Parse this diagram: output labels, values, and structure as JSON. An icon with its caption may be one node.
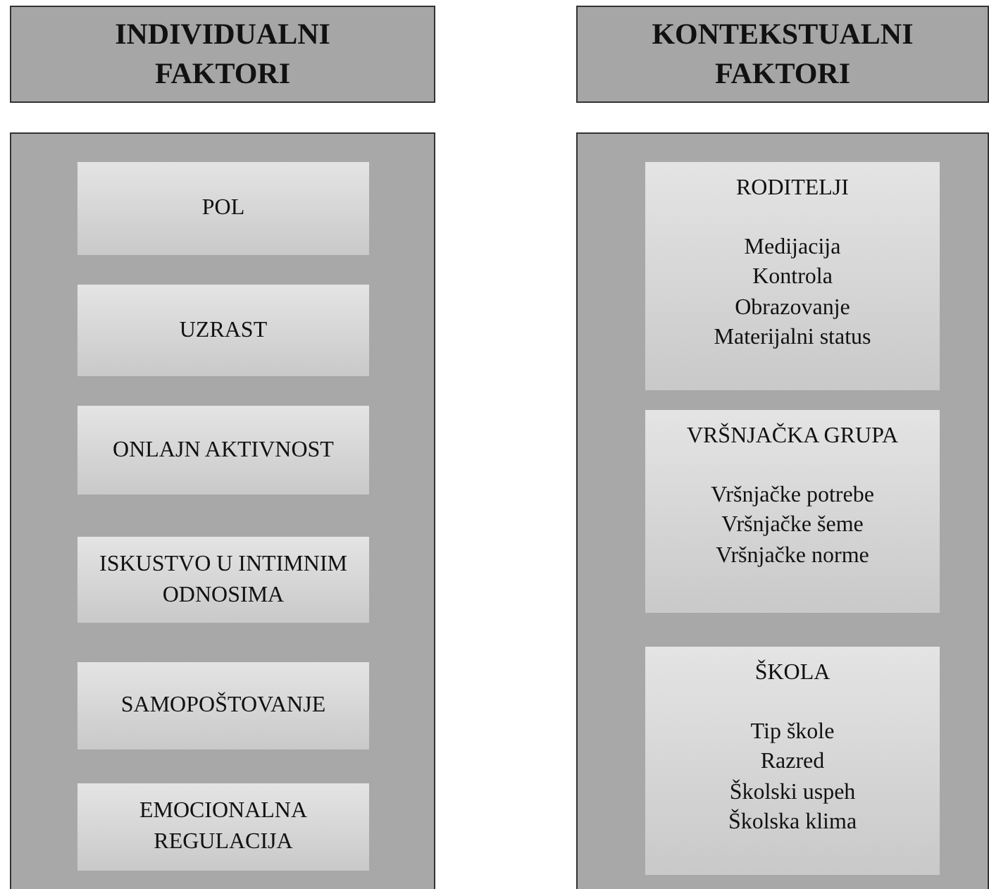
{
  "diagram": {
    "nodes": [
      {
        "text": [
          "INDIVIDUALNI FAKTORI"
        ]
      },
      {
        "text": [],
        "shape": "box"
      },
      {
        "text": [
          "POL"
        ],
        "in": 1
      },
      {
        "text": [
          "UZRAST"
        ],
        "in": 1
      },
      {
        "text": [
          "ONLAJN AKTIVNOST"
        ],
        "in": 1
      },
      {
        "text": [
          "ISKUSTVO U INTIMNIM ODNOSIMA"
        ],
        "in": 1
      },
      {
        "text": [
          "SAMOPOŠTOVANJE"
        ],
        "in": 1
      },
      {
        "text": [
          "EMOCIONALNA REGULACIJA"
        ],
        "in": 1
      },
      {
        "text": [
          "KONTEKSTUALNI FAKTORI"
        ]
      },
      {
        "text": [],
        "shape": "box"
      },
      {
        "text": [
          "RODITELJI",
          "Medijacija",
          "Kontrola",
          "Obrazovanje",
          "Materijalni status"
        ],
        "in": 9
      },
      {
        "text": [
          "VRŠNJAČKA GRUPA",
          "Vršnjačke potrebe",
          "Vršnjačke šeme",
          "Vršnjačke norme"
        ],
        "in": 9
      },
      {
        "text": [
          "ŠKOLA",
          "Tip škole",
          "Razred",
          "Školski uspeh",
          "Školska klima"
        ],
        "in": 9
      }
    ],
    "edges": []
  }
}
